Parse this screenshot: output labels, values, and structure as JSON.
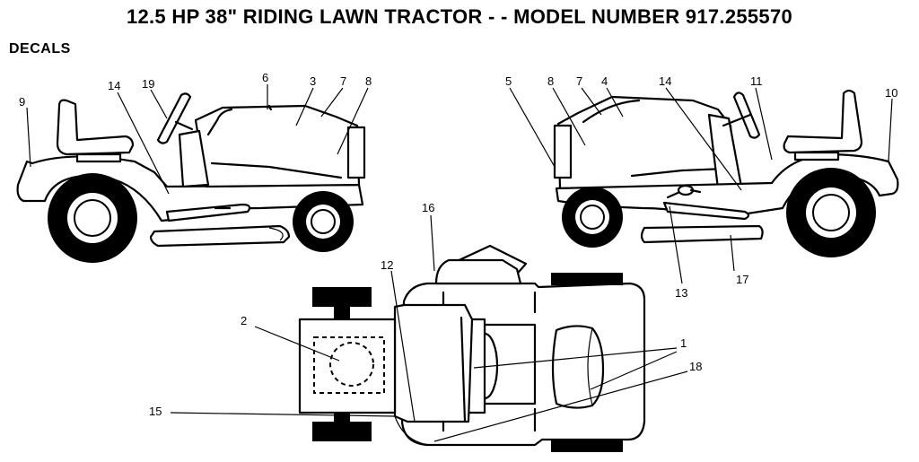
{
  "header": {
    "title": "12.5 HP 38\" RIDING LAWN TRACTOR - - MODEL NUMBER 917.255570",
    "section": "DECALS"
  },
  "callouts": {
    "c1": "1",
    "c2": "2",
    "c3": "3",
    "c4": "4",
    "c5": "5",
    "c6": "6",
    "c7a": "7",
    "c7b": "7",
    "c8a": "8",
    "c8b": "8",
    "c9": "9",
    "c10": "10",
    "c11": "11",
    "c12": "12",
    "c13": "13",
    "c14a": "14",
    "c14b": "14",
    "c15": "15",
    "c16": "16",
    "c17": "17",
    "c18": "18",
    "c19": "19"
  }
}
